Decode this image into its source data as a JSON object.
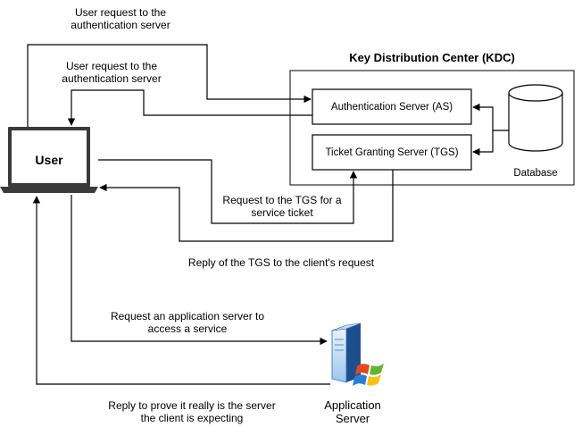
{
  "kdc": {
    "title": "Key Distribution Center (KDC)"
  },
  "user": {
    "label": "User"
  },
  "as": {
    "label": "Authentication Server (AS)"
  },
  "tgs": {
    "label": "Ticket Granting Server (TGS)"
  },
  "database": {
    "label": "Database"
  },
  "app_server": {
    "label": "Application\nServer"
  },
  "arrows": {
    "user_to_as": "User request to the\nauthentication server",
    "as_to_user": "User request to the\nauthentication server",
    "user_to_tgs": "Request to the TGS for a\nservice ticket",
    "tgs_to_user": "Reply of the TGS to the client's request",
    "user_to_app": "Request an application server to\naccess a service",
    "app_to_user": "Reply to prove it really is the server\nthe client is expecting"
  },
  "colors": {
    "line": "#000000",
    "box_border": "#000000",
    "laptop_dark": "#3a3a3a"
  },
  "icons": {
    "laptop": "laptop-icon",
    "database": "database-cylinder-icon",
    "server": "windows-server-icon"
  }
}
